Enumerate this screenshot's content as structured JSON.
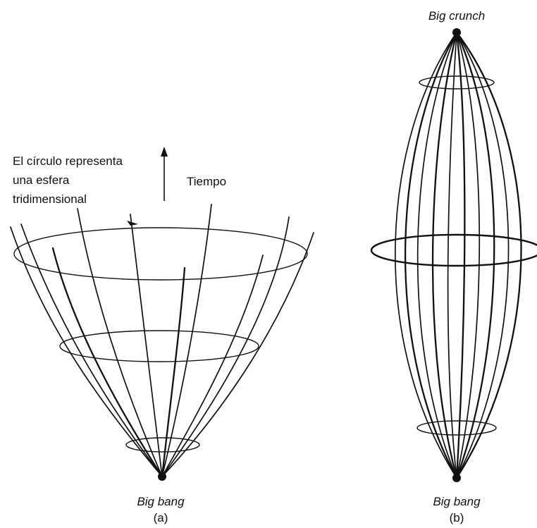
{
  "diagram_a": {
    "caption": "(a)",
    "bottom_label": "Big bang",
    "annotation_lines": [
      "El círculo representa",
      "una esfera",
      "tridimensional"
    ],
    "time_label": "Tiempo"
  },
  "diagram_b": {
    "caption": "(b)",
    "top_label": "Big crunch",
    "bottom_label": "Big bang"
  }
}
